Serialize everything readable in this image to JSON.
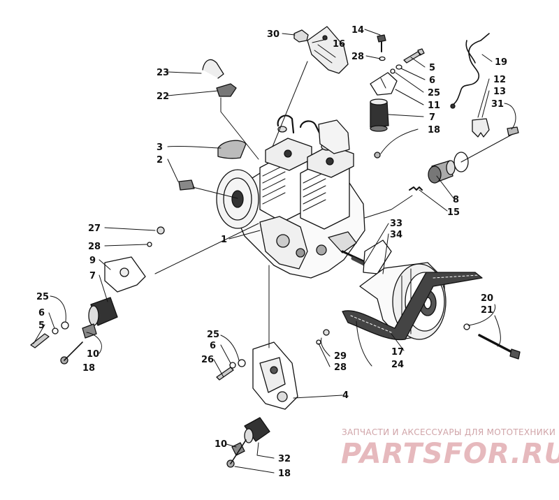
{
  "diagram": {
    "callouts": [
      {
        "id": "c30",
        "label": "30"
      },
      {
        "id": "c16",
        "label": "16"
      },
      {
        "id": "c14",
        "label": "14"
      },
      {
        "id": "c28a",
        "label": "28"
      },
      {
        "id": "c5a",
        "label": "5"
      },
      {
        "id": "c6a",
        "label": "6"
      },
      {
        "id": "c25a",
        "label": "25"
      },
      {
        "id": "c11",
        "label": "11"
      },
      {
        "id": "c7a",
        "label": "7"
      },
      {
        "id": "c18a",
        "label": "18"
      },
      {
        "id": "c19",
        "label": "19"
      },
      {
        "id": "c12",
        "label": "12"
      },
      {
        "id": "c13",
        "label": "13"
      },
      {
        "id": "c31",
        "label": "31"
      },
      {
        "id": "c23",
        "label": "23"
      },
      {
        "id": "c22",
        "label": "22"
      },
      {
        "id": "c3",
        "label": "3"
      },
      {
        "id": "c2",
        "label": "2"
      },
      {
        "id": "c8",
        "label": "8"
      },
      {
        "id": "c15",
        "label": "15"
      },
      {
        "id": "c33",
        "label": "33"
      },
      {
        "id": "c34",
        "label": "34"
      },
      {
        "id": "c1",
        "label": "1"
      },
      {
        "id": "c27",
        "label": "27"
      },
      {
        "id": "c28b",
        "label": "28"
      },
      {
        "id": "c9",
        "label": "9"
      },
      {
        "id": "c7b",
        "label": "7"
      },
      {
        "id": "c25b",
        "label": "25"
      },
      {
        "id": "c6b",
        "label": "6"
      },
      {
        "id": "c5b",
        "label": "5"
      },
      {
        "id": "c10a",
        "label": "10"
      },
      {
        "id": "c18b",
        "label": "18"
      },
      {
        "id": "c20",
        "label": "20"
      },
      {
        "id": "c21",
        "label": "21"
      },
      {
        "id": "c17",
        "label": "17"
      },
      {
        "id": "c24",
        "label": "24"
      },
      {
        "id": "c25c",
        "label": "25"
      },
      {
        "id": "c6c",
        "label": "6"
      },
      {
        "id": "c26",
        "label": "26"
      },
      {
        "id": "c29",
        "label": "29"
      },
      {
        "id": "c28c",
        "label": "28"
      },
      {
        "id": "c4",
        "label": "4"
      },
      {
        "id": "c10b",
        "label": "10"
      },
      {
        "id": "c32",
        "label": "32"
      },
      {
        "id": "c18c",
        "label": "18"
      }
    ]
  },
  "watermark": {
    "tagline": "ЗАПЧАСТИ И АКСЕССУАРЫ ДЛЯ МОТОТЕХНИКИ",
    "logo": "PARTSFOR.RU",
    "color": "#e6b9bd"
  }
}
